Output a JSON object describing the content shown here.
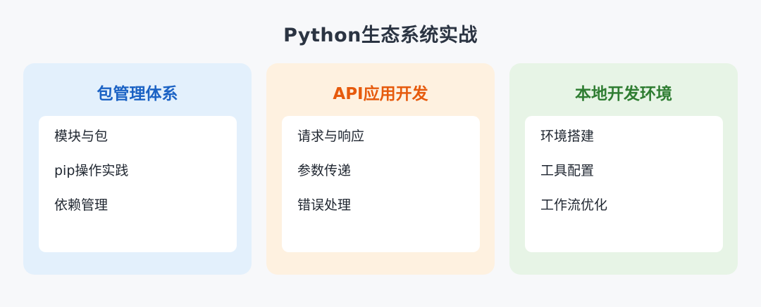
{
  "title": "Python生态系统实战",
  "columns": [
    {
      "title": "包管理体系",
      "bg": "#e3f0fc",
      "title_color": "#1b62c4",
      "items": [
        "模块与包",
        "pip操作实践",
        "依赖管理"
      ]
    },
    {
      "title": "API应用开发",
      "bg": "#fef1e0",
      "title_color": "#e65a0d",
      "items": [
        "请求与响应",
        "参数传递",
        "错误处理"
      ]
    },
    {
      "title": "本地开发环境",
      "bg": "#e7f4e6",
      "title_color": "#2f7d32",
      "items": [
        "环境搭建",
        "工具配置",
        "工作流优化"
      ]
    }
  ]
}
